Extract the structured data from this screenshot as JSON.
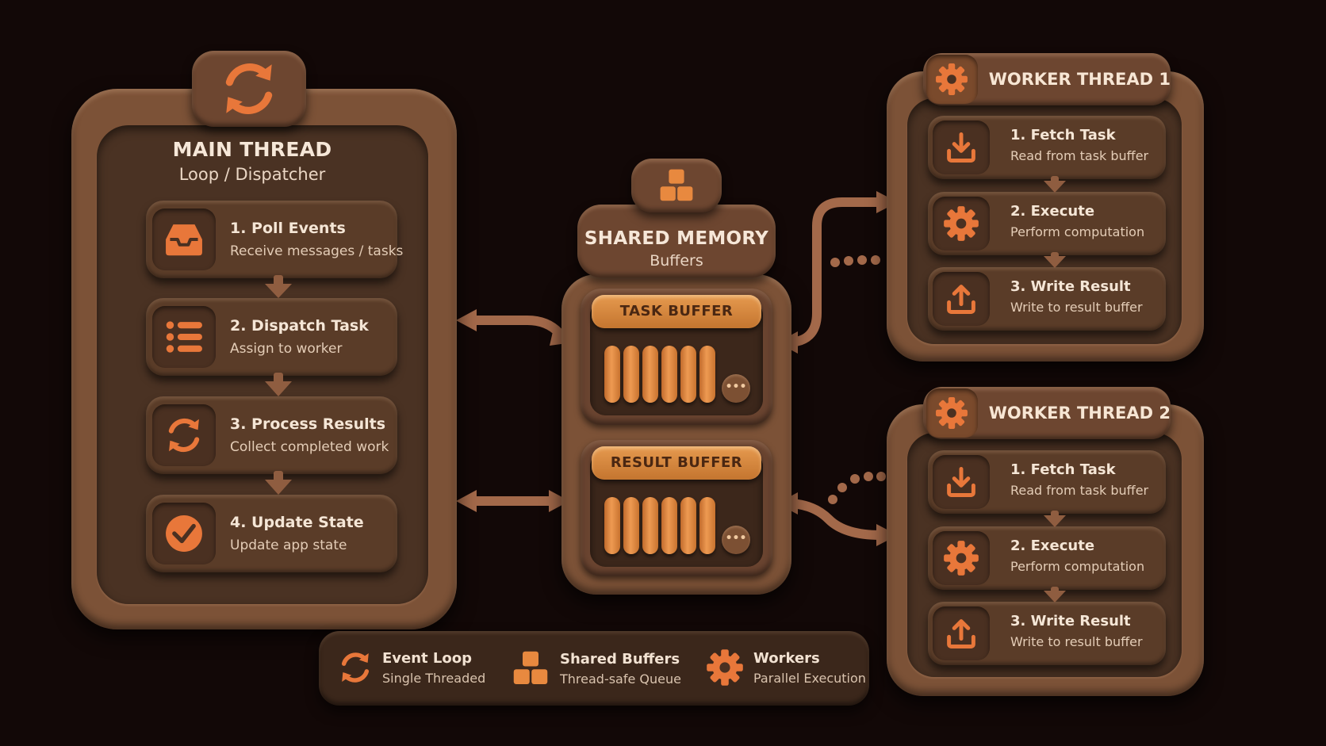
{
  "colors": {
    "background": "#120807",
    "clay": "#7c5237",
    "accent": "#e8773a",
    "buffer_slot": "#e08c45"
  },
  "main_thread": {
    "icon": "refresh-cycle-icon",
    "title": "MAIN THREAD",
    "subtitle": "Loop / Dispatcher",
    "steps": [
      {
        "icon": "inbox-tray-icon",
        "title": "1. Poll Events",
        "subtitle": "Receive messages / tasks"
      },
      {
        "icon": "list-icon",
        "title": "2. Dispatch Task",
        "subtitle": "Assign to worker"
      },
      {
        "icon": "sync-arrows-icon",
        "title": "3. Process Results",
        "subtitle": "Collect completed work"
      },
      {
        "icon": "check-circle-icon",
        "title": "4. Update State",
        "subtitle": "Update app state"
      }
    ]
  },
  "shared_memory": {
    "icon": "stacked-blocks-icon",
    "title": "SHARED MEMORY",
    "subtitle": "Buffers",
    "buffers": [
      {
        "label": "TASK BUFFER",
        "more": "•••"
      },
      {
        "label": "RESULT BUFFER",
        "more": "•••"
      }
    ]
  },
  "workers": [
    {
      "title": "WORKER THREAD 1",
      "icon": "gear-icon",
      "steps": [
        {
          "icon": "download-icon",
          "title": "1. Fetch Task",
          "subtitle": "Read from task buffer"
        },
        {
          "icon": "gear-icon",
          "title": "2. Execute",
          "subtitle": "Perform computation"
        },
        {
          "icon": "upload-icon",
          "title": "3. Write Result",
          "subtitle": "Write to result buffer"
        }
      ]
    },
    {
      "title": "WORKER THREAD 2",
      "icon": "gear-icon",
      "steps": [
        {
          "icon": "download-icon",
          "title": "1. Fetch Task",
          "subtitle": "Read from task buffer"
        },
        {
          "icon": "gear-icon",
          "title": "2. Execute",
          "subtitle": "Perform computation"
        },
        {
          "icon": "upload-icon",
          "title": "3. Write Result",
          "subtitle": "Write to result buffer"
        }
      ]
    }
  ],
  "legend": [
    {
      "icon": "refresh-cycle-icon",
      "title": "Event Loop",
      "subtitle": "Single Threaded"
    },
    {
      "icon": "stacked-blocks-icon",
      "title": "Shared Buffers",
      "subtitle": "Thread-safe Queue"
    },
    {
      "icon": "gear-icon",
      "title": "Workers",
      "subtitle": "Parallel Execution"
    }
  ]
}
